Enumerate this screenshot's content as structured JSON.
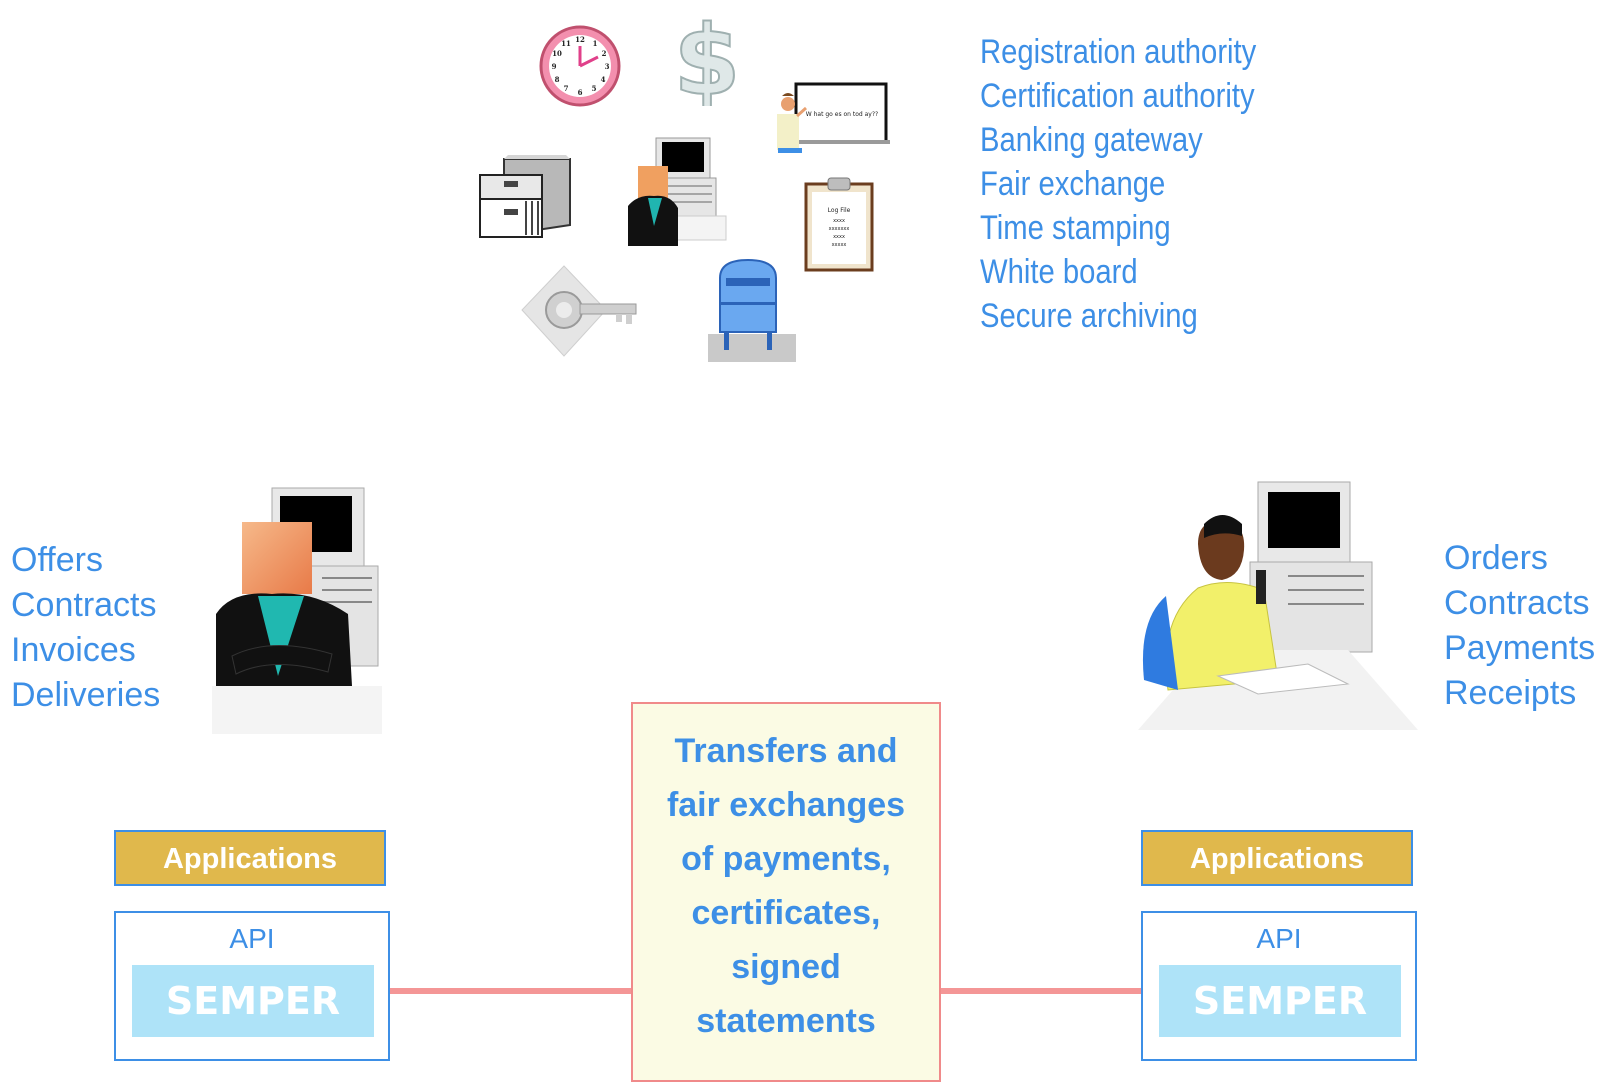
{
  "services": [
    "Registration authority",
    "Certification authority",
    "Banking gateway",
    "Fair exchange",
    "Time stamping",
    "White board",
    "Secure archiving"
  ],
  "left_party": {
    "items": [
      "Offers",
      "Contracts",
      "Invoices",
      "Deliveries"
    ]
  },
  "right_party": {
    "items": [
      "Orders",
      "Contracts",
      "Payments",
      "Receipts"
    ]
  },
  "left_stack": {
    "applications": "Applications",
    "api": "API",
    "semper": "SEMPER"
  },
  "right_stack": {
    "applications": "Applications",
    "api": "API",
    "semper": "SEMPER"
  },
  "center_box": {
    "lines": [
      "Transfers and",
      "fair exchanges",
      "of payments,",
      "certificates,",
      "signed",
      "statements"
    ]
  },
  "clipart": {
    "whiteboard_text": "W hat go es on tod ay??",
    "logfile_title": "Log File",
    "logfile_lines": [
      "xxxx",
      "xxxxxxx",
      "xxxx",
      "xxxxx"
    ]
  },
  "colors": {
    "text_blue": "#3d8fe6",
    "applications_gold": "#e0b84c",
    "semper_blue": "#aee3f8",
    "link_pink": "#f49696"
  }
}
